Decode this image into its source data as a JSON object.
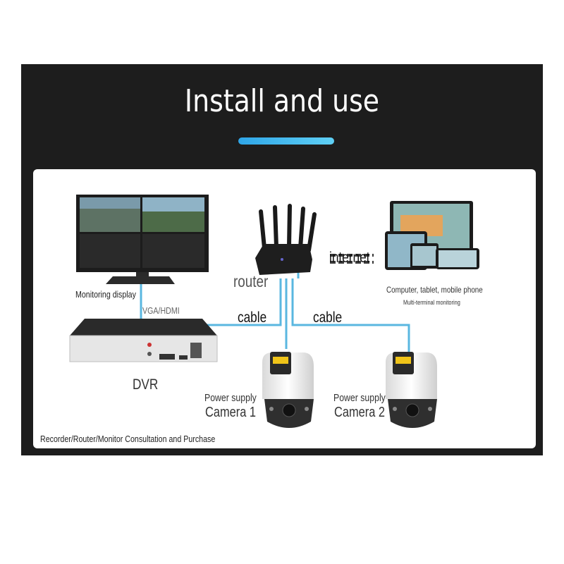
{
  "title": "Install and use",
  "colors": {
    "banner": "#1d1d1d",
    "accent": "#3cb4ec",
    "cable": "#5ab7e0"
  },
  "labels": {
    "monitoring_display": "Monitoring display",
    "vga_hdmi": "VGA/HDMI",
    "dvr": "DVR",
    "router": "router",
    "internet": "internet",
    "cable_left": "cable",
    "cable_right": "cable",
    "devices": "Computer, tablet, mobile phone",
    "multi_terminal": "Multi-terminal monitoring",
    "camera1_power": "Power supply",
    "camera1_name": "Camera 1",
    "camera2_power": "Power supply",
    "camera2_name": "Camera 2",
    "footer": "Recorder/Router/Monitor Consultation and Purchase"
  },
  "icons": [
    "monitor-icon",
    "router-icon",
    "dvr-icon",
    "devices-icon",
    "ptz-camera-icon"
  ]
}
